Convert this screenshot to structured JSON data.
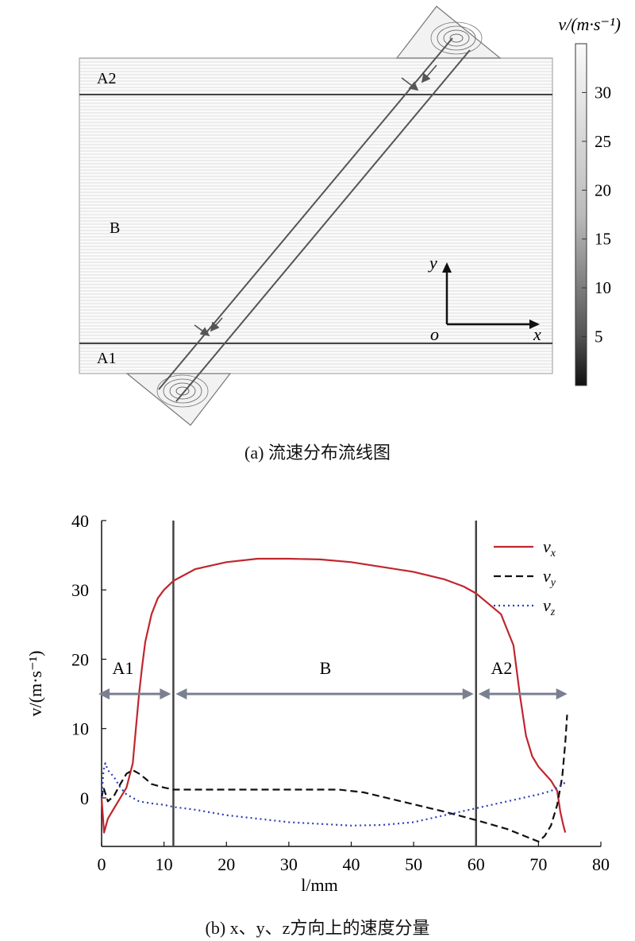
{
  "panel_a": {
    "caption": "(a) 流速分布流线图",
    "region_labels": {
      "a1": "A1",
      "a2": "A2",
      "b": "B"
    },
    "axes": {
      "x": "x",
      "y": "y",
      "origin": "o"
    },
    "colorbar": {
      "title": "v/(m·s⁻¹)",
      "ticks": [
        5,
        10,
        15,
        20,
        25,
        30
      ],
      "min": 0,
      "max": 35
    }
  },
  "panel_b": {
    "caption": "(b) x、y、z方向上的速度分量",
    "region_labels": {
      "a1": "A1",
      "b": "B",
      "a2": "A2"
    }
  },
  "chart_data": {
    "type": "line",
    "xlabel": "l/mm",
    "ylabel": "v/(m·s⁻¹)",
    "xlim": [
      0,
      80
    ],
    "ylim": [
      -7,
      40
    ],
    "xticks": [
      0,
      10,
      20,
      30,
      40,
      50,
      60,
      70,
      80
    ],
    "yticks": [
      0,
      10,
      20,
      30,
      40
    ],
    "legend_position": "top-right",
    "vertical_lines": [
      11.5,
      60
    ],
    "region_boundaries": [
      0,
      11.5,
      60,
      75
    ],
    "series": [
      {
        "name": "vx",
        "color": "#c0262d",
        "style": "solid",
        "x": [
          0,
          0.4,
          1,
          2,
          3,
          4,
          5,
          5.5,
          6,
          6.5,
          7,
          8,
          9,
          10,
          11.5,
          15,
          20,
          25,
          30,
          35,
          40,
          45,
          50,
          55,
          58,
          60,
          62,
          64,
          66,
          67,
          68,
          69,
          70,
          71,
          72,
          73,
          73.5,
          74,
          74.3
        ],
        "y": [
          0,
          -5,
          -3,
          -1.5,
          0,
          1.5,
          5,
          10,
          15,
          19,
          22.5,
          26.5,
          28.8,
          30,
          31.3,
          33,
          34,
          34.5,
          34.5,
          34.4,
          34,
          33.3,
          32.6,
          31.5,
          30.5,
          29.5,
          28,
          26.5,
          22,
          15,
          9,
          6,
          4.5,
          3.5,
          2.5,
          1,
          -2,
          -4,
          -5
        ]
      },
      {
        "name": "vy",
        "color": "#111111",
        "style": "dashed",
        "x": [
          0,
          0.3,
          1,
          2,
          3,
          4,
          5,
          6,
          7,
          8,
          10,
          11.5,
          20,
          30,
          38,
          42,
          48,
          55,
          60,
          65,
          70,
          71,
          72,
          73,
          73.8,
          74.3,
          74.6
        ],
        "y": [
          0,
          1.5,
          -0.5,
          0.3,
          2,
          3.5,
          4,
          3.5,
          2.8,
          2,
          1.5,
          1.2,
          1.2,
          1.2,
          1.2,
          0.8,
          -0.5,
          -2,
          -3.2,
          -4.5,
          -6.3,
          -5.5,
          -4,
          -1,
          3,
          8,
          12
        ]
      },
      {
        "name": "vz",
        "color": "#2b3fb8",
        "style": "dotted",
        "x": [
          0,
          0.3,
          0.6,
          1,
          2,
          3,
          4,
          5,
          6,
          8,
          10,
          11.5,
          15,
          20,
          30,
          40,
          45,
          50,
          55,
          60,
          65,
          70,
          72,
          73,
          74,
          74.5
        ],
        "y": [
          0,
          4,
          5,
          4,
          3,
          1.5,
          0.5,
          0,
          -0.5,
          -0.8,
          -1,
          -1.3,
          -1.7,
          -2.5,
          -3.5,
          -4,
          -3.9,
          -3.5,
          -2.5,
          -1.5,
          -0.5,
          0.5,
          1,
          1.5,
          2,
          2.5
        ]
      }
    ]
  }
}
